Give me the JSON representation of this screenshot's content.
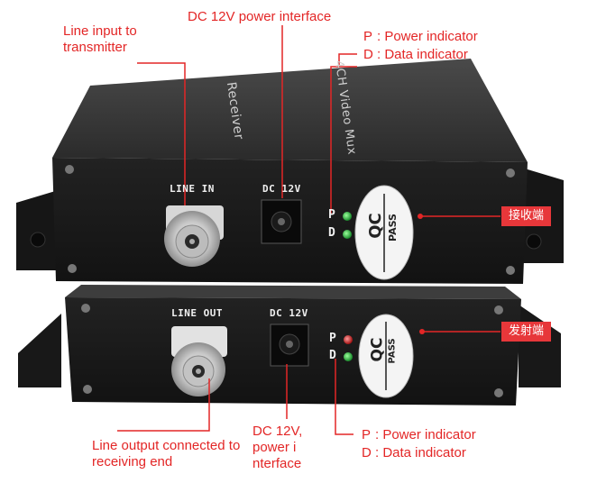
{
  "labels": {
    "line_input": "Line input to transmitter",
    "dc_top": "DC 12V power interface",
    "p_top_letter": "P",
    "p_top_text": ": Power indicator",
    "d_top_letter": "D",
    "d_top_text": ": Data indicator",
    "receiver_tag": "接收端",
    "transmitter_tag": "发射端",
    "line_output": "Line output connected to receiving end",
    "dc_bottom": "DC 12V, power i nterface",
    "p_bottom_letter": "P",
    "p_bottom_text": ": Power indicator",
    "d_bottom_letter": "D",
    "d_bottom_text": ": Data indicator"
  },
  "device_top": {
    "top_text_1": "Receiver",
    "top_text_2": "4CH Video Mux",
    "port_label": "LINE IN",
    "dc_label": "DC 12V",
    "p_label": "P",
    "d_label": "D",
    "qc_1": "QC",
    "qc_2": "PASS"
  },
  "device_bottom": {
    "port_label": "LINE OUT",
    "dc_label": "DC 12V",
    "p_label": "P",
    "d_label": "D",
    "qc_1": "QC",
    "qc_2": "PASS"
  },
  "colors": {
    "annotation": "#e32626",
    "device_body": "#1b1b1b",
    "led_green": "#1fae3a",
    "led_red": "#d01a1a"
  }
}
